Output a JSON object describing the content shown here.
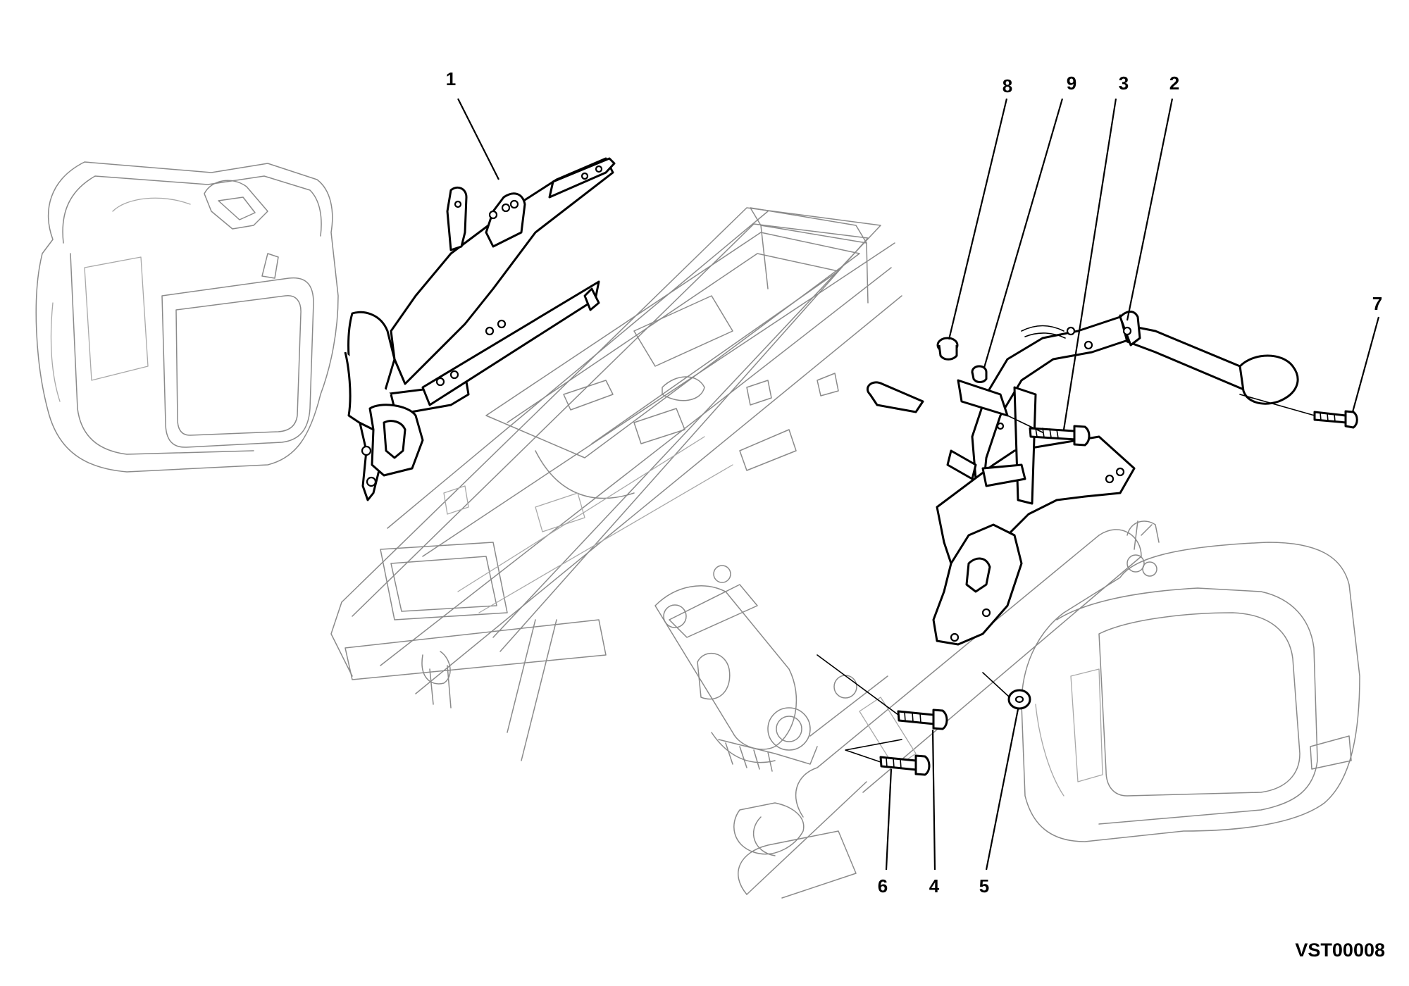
{
  "figure": {
    "drawing_code": "VST00008",
    "callouts": [
      "1",
      "2",
      "3",
      "4",
      "5",
      "6",
      "7",
      "8",
      "9"
    ]
  },
  "colors": {
    "line": "#000000",
    "context_line": "#8a8a8a",
    "background": "#ffffff"
  }
}
